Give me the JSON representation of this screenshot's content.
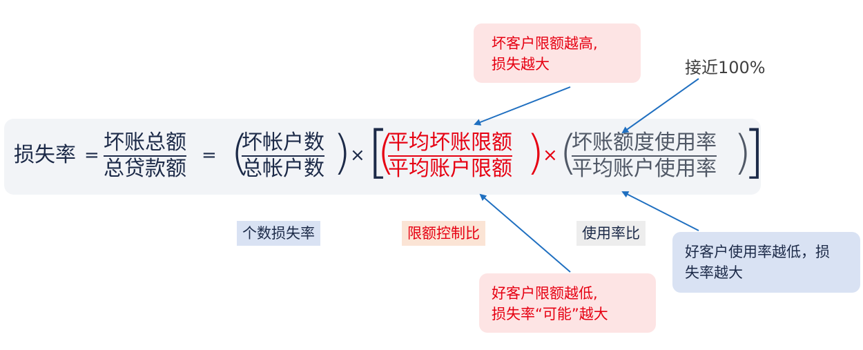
{
  "formula": {
    "lhs": "损失率",
    "eq1": "=",
    "frac1": {
      "num": "坏账总额",
      "den": "总贷款额"
    },
    "eq2": "=",
    "frac2": {
      "num": "坏帐户数",
      "den": "总帐户数"
    },
    "times1": "×",
    "frac3": {
      "num": "平均坏账限额",
      "den": "平均账户限额"
    },
    "times2": "×",
    "frac4": {
      "num": "坏账额度使用率",
      "den": "平均账户使用率"
    }
  },
  "tags": {
    "count_loss": "个数损失率",
    "limit_control": "限额控制比",
    "usage_ratio": "使用率比"
  },
  "callouts": {
    "bad_limit": {
      "line1": "坏客户限额越高,",
      "line2": "损失越大"
    },
    "near_100": "接近100%",
    "good_limit": {
      "line1": "好客户限额越低,",
      "line2": "损失率“可能”越大"
    },
    "good_usage": {
      "line1": "好客户使用率越低，损",
      "line2": "失率越大"
    }
  },
  "colors": {
    "accent_red": "#e60012",
    "arrow_blue": "#1f6fc0",
    "panel_bg": "#f2f4f7",
    "text_dark": "#1c2a48"
  }
}
